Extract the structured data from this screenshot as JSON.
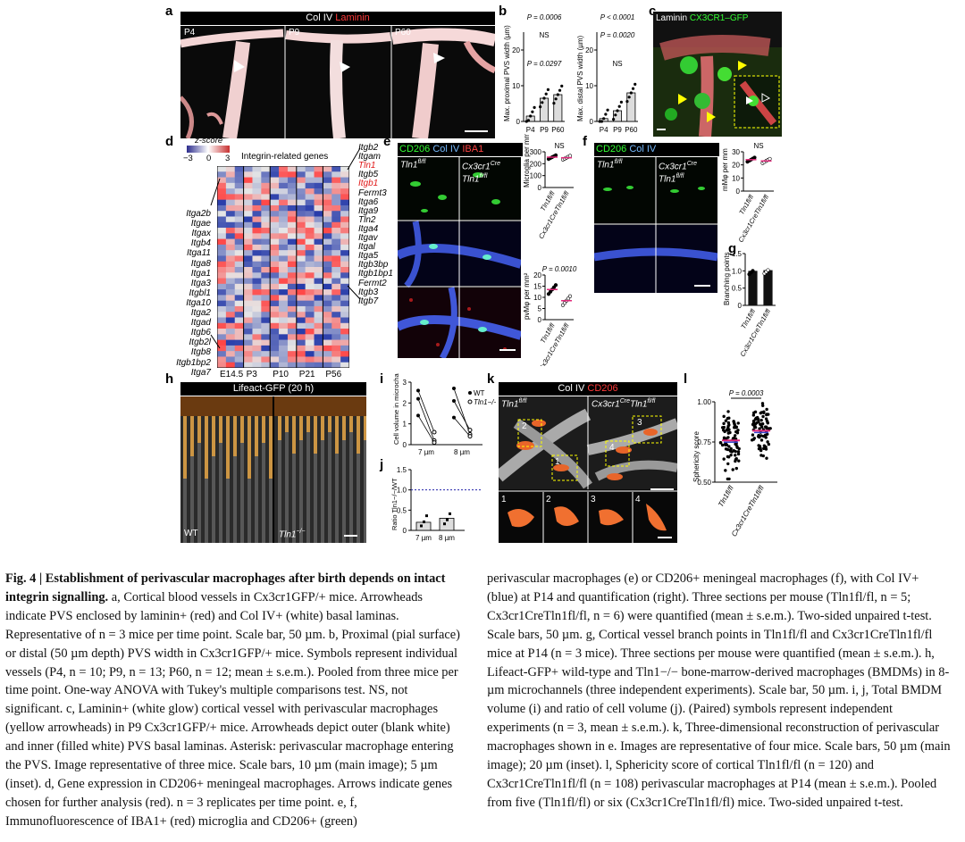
{
  "panels": {
    "a": {
      "letter": "a",
      "title_col": "Col IV",
      "title_lam": "Laminin",
      "tp": [
        "P4",
        "P9",
        "P60"
      ]
    },
    "b": {
      "letter": "b",
      "left_ylabel": "Max. proximal PVS width (µm)",
      "right_ylabel": "Max. distal PVS width (µm)",
      "left_stats": [
        "P = 0.0006",
        "NS",
        "P = 0.0297"
      ],
      "right_stats": [
        "P < 0.0001",
        "P = 0.0020",
        "NS"
      ],
      "xticks": [
        "P4",
        "P9",
        "P60"
      ]
    },
    "c": {
      "letter": "c",
      "title_lam": "Laminin",
      "title_gfp": "CX3CR1–GFP"
    },
    "d": {
      "letter": "d",
      "zscore": "z-score",
      "cb_ticks": [
        "−3",
        "0",
        "3"
      ],
      "title": "Integrin-related genes",
      "left_genes": [
        "Itga2b",
        "Itgae",
        "Itgax",
        "Itgb4",
        "Itga11",
        "Itga8",
        "Itga1",
        "Itga3",
        "Itgbl1",
        "Itga10",
        "Itga2",
        "Itgad",
        "Itgb6",
        "Itgb2l",
        "Itgb8",
        "Itgb1bp2",
        "Itga7"
      ],
      "right_genes": [
        "Itgb2",
        "Itgam",
        "Tln1",
        "Itgb5",
        "Itgb1",
        "Fermt3",
        "Itga6",
        "Itga9",
        "Tln2",
        "Itga4",
        "Itgav",
        "Itgal",
        "Itga5",
        "Itgb3bp",
        "Itgb1bp1",
        "Fermt2",
        "Itgb3",
        "Itgb7"
      ],
      "xlabels": [
        "E14.5",
        "P3",
        "P10",
        "P21",
        "P56"
      ]
    },
    "e": {
      "letter": "e",
      "title_cd": "CD206",
      "title_col": "Col IV",
      "title_iba": "IBA1",
      "left_label": "Tln1",
      "left_sup": "fl/fl",
      "right_label1": "Cx3cr1",
      "right_sup1": "Cre",
      "right_label2": "Tln1",
      "right_sup2": "fl/fl",
      "chart1_ylabel": "Microglia per mm²",
      "chart1_stat": "NS",
      "chart1_ticks": [
        "300",
        "200",
        "100",
        "0"
      ],
      "chart2_ylabel": "pvMφ per mm²",
      "chart2_stat": "P = 0.0010",
      "chart2_ticks": [
        "20",
        "15",
        "10",
        "5",
        "0"
      ]
    },
    "f": {
      "letter": "f",
      "title_cd": "CD206",
      "title_col": "Col IV",
      "ylabel": "mMφ per mm",
      "stat": "NS",
      "ticks": [
        "30",
        "20",
        "10",
        "0"
      ]
    },
    "g": {
      "letter": "g",
      "ylabel": "Branching points",
      "ticks": [
        "1.5",
        "1.0",
        "0.5",
        "0"
      ]
    },
    "h": {
      "letter": "h",
      "title": "Lifeact-GFP (20 h)",
      "wt": "WT",
      "ko": "Tln1",
      "ko_sup": "−/−"
    },
    "i": {
      "letter": "i",
      "ylabel": "Cell volume in microchannel (µm³ × 10³)",
      "legend_wt": "WT",
      "legend_ko": "Tln1",
      "legend_ko_sup": "−/−",
      "xticks": [
        "7 µm",
        "8 µm"
      ],
      "yticks": [
        "3",
        "2",
        "1",
        "0"
      ]
    },
    "j": {
      "letter": "j",
      "ylabel": "Ratio Tln1−/−/WT",
      "xticks": [
        "7 µm",
        "8 µm"
      ],
      "yticks": [
        "1.5",
        "1.0",
        "0.5",
        "0"
      ]
    },
    "k": {
      "letter": "k",
      "title_col": "Col IV",
      "title_cd": "CD206",
      "left_label": "Tln1",
      "left_sup": "fl/fl",
      "right_label": "Cx3cr1",
      "right_sup": "Cre",
      "right_label2": "Tln1",
      "right_sup2": "fl/fl",
      "boxes": [
        "2",
        "1",
        "3",
        "4"
      ],
      "insets": [
        "1",
        "2",
        "3",
        "4"
      ]
    },
    "l": {
      "letter": "l",
      "ylabel": "Sphericity score",
      "stat": "P = 0.0003",
      "ticks": [
        "1.00",
        "0.75",
        "0.50"
      ],
      "xticks": [
        "Tln1fl/fl",
        "Cx3cr1CreTln1fl/fl"
      ]
    }
  },
  "chart_data": [
    {
      "type": "bar",
      "id": "b-left",
      "categories": [
        "P4",
        "P9",
        "P60"
      ],
      "values": [
        1.5,
        6.5,
        7.5
      ],
      "ylabel": "Max. proximal PVS width (µm)",
      "ylim": [
        0,
        25
      ]
    },
    {
      "type": "bar",
      "id": "b-right",
      "categories": [
        "P4",
        "P9",
        "P60"
      ],
      "values": [
        0.8,
        3.0,
        8.0
      ],
      "ylabel": "Max. distal PVS width (µm)",
      "ylim": [
        0,
        25
      ]
    },
    {
      "type": "scatter",
      "id": "e-microglia",
      "categories": [
        "Tln1fl/fl",
        "Cx3cr1CreTln1fl/fl"
      ],
      "values": [
        255,
        250
      ],
      "ylabel": "Microglia per mm²",
      "ylim": [
        0,
        300
      ]
    },
    {
      "type": "scatter",
      "id": "e-pvm",
      "categories": [
        "Tln1fl/fl",
        "Cx3cr1CreTln1fl/fl"
      ],
      "values": [
        13.5,
        8.5
      ],
      "ylabel": "pvMφ per mm²",
      "ylim": [
        0,
        20
      ]
    },
    {
      "type": "scatter",
      "id": "f-mm",
      "categories": [
        "Tln1fl/fl",
        "Cx3cr1CreTln1fl/fl"
      ],
      "values": [
        24,
        23
      ],
      "ylabel": "mMφ per mm",
      "ylim": [
        0,
        30
      ]
    },
    {
      "type": "bar",
      "id": "g-branch",
      "categories": [
        "Tln1fl/fl",
        "Cx3cr1CreTln1fl/fl"
      ],
      "values": [
        1.0,
        1.02
      ],
      "ylabel": "Branching points",
      "ylim": [
        0,
        1.5
      ]
    },
    {
      "type": "line",
      "id": "i-volume",
      "x": [
        "WT",
        "Tln1−/−"
      ],
      "series": [
        {
          "values": [
            2.6,
            0.6
          ]
        },
        {
          "values": [
            2.2,
            0.2
          ]
        },
        {
          "values": [
            1.4,
            0.1
          ]
        },
        {
          "values": [
            2.7,
            0.5
          ]
        },
        {
          "values": [
            2.1,
            0.7
          ]
        },
        {
          "values": [
            1.3,
            0.4
          ]
        }
      ],
      "ylabel": "Cell volume in microchannel (µm³ × 10³)",
      "ylim": [
        0,
        3
      ]
    },
    {
      "type": "bar",
      "id": "j-ratio",
      "categories": [
        "7 µm",
        "8 µm"
      ],
      "values": [
        0.2,
        0.3
      ],
      "ylabel": "Ratio Tln1−/−/WT",
      "ylim": [
        0,
        1.5
      ]
    },
    {
      "type": "scatter",
      "id": "l-sphericity",
      "categories": [
        "Tln1fl/fl",
        "Cx3cr1CreTln1fl/fl"
      ],
      "values": [
        0.76,
        0.82
      ],
      "ylabel": "Sphericity score",
      "ylim": [
        0.5,
        1.0
      ]
    }
  ],
  "caption": {
    "left": [
      {
        "b": "Fig. 4 | Establishment of perivascular macrophages after birth depends on intact integrin signalling.",
        "t": " a, Cortical blood vessels in Cx3cr1GFP/+ mice. Arrowheads indicate PVS enclosed by laminin+ (red) and Col IV+ (white) basal laminas. Representative of n = 3 mice per time point. Scale bar, 50 µm. b, Proximal (pial surface) or distal (50 µm depth) PVS width in Cx3cr1GFP/+ mice. Symbols represent individual vessels (P4, n = 10; P9, n = 13; P60, n = 12; mean ± s.e.m.). Pooled from three mice per time point. One-way ANOVA with Tukey's multiple comparisons test. NS, not significant. c, Laminin+ (white glow) cortical vessel with perivascular macrophages (yellow arrowheads) in P9 Cx3cr1GFP/+ mice. Arrowheads depict outer (blank white) and inner (filled white) PVS basal laminas. Asterisk: perivascular macrophage entering the PVS. Image representative of three mice. Scale bars, 10 µm (main image); 5 µm (inset). d, Gene expression in CD206+ meningeal macrophages. Arrows indicate genes chosen for further analysis (red). n = 3 replicates per time point. e, f, Immunofluorescence of IBA1+ (red) microglia and CD206+ (green)"
      }
    ],
    "right": "perivascular macrophages (e) or CD206+ meningeal macrophages (f), with Col IV+ (blue) at P14 and quantification (right). Three sections per mouse (Tln1fl/fl, n = 5; Cx3cr1CreTln1fl/fl, n = 6) were quantified (mean ± s.e.m.). Two-sided unpaired t-test. Scale bars, 50 µm. g, Cortical vessel branch points in Tln1fl/fl and Cx3cr1CreTln1fl/fl mice at P14 (n = 3 mice). Three sections per mouse were quantified (mean ± s.e.m.). h, Lifeact-GFP+ wild-type and Tln1−/− bone-marrow-derived macrophages (BMDMs) in 8-µm microchannels (three independent experiments). Scale bar, 50 µm. i, j, Total BMDM volume (i) and ratio of cell volume (j). (Paired) symbols represent independent experiments (n = 3, mean ± s.e.m.). k, Three-dimensional reconstruction of perivascular macrophages shown in e. Images are representative of four mice. Scale bars, 50 µm (main image); 20 µm (inset). l, Sphericity score of cortical Tln1fl/fl (n = 120) and Cx3cr1CreTln1fl/fl (n = 108) perivascular macrophages at P14 (mean ± s.e.m.). Pooled from five (Tln1fl/fl) or six (Cx3cr1CreTln1fl/fl) mice. Two-sided unpaired t-test."
  }
}
